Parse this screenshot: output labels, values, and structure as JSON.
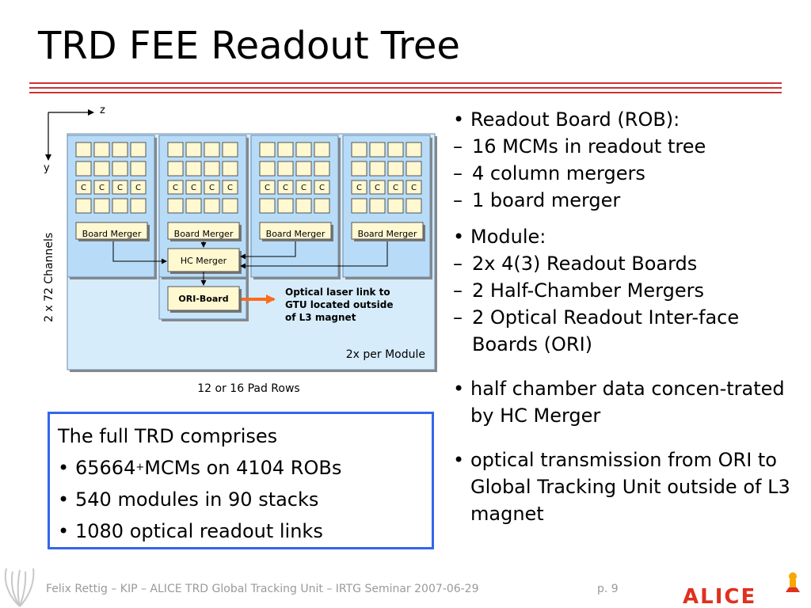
{
  "slide": {
    "title": "TRD FEE Readout Tree"
  },
  "diagram": {
    "axis_z": "z",
    "axis_y": "y",
    "channels_label": "2 x 72 Channels",
    "pad_rows_label": "12 or 16 Pad Rows",
    "mcm_column_label": "C",
    "board_merger_label": "Board Merger",
    "hc_merger_label": "HC Merger",
    "ori_board_label": "ORI-Board",
    "optical_link_lines": [
      "Optical laser link to",
      "GTU located outside",
      "of L3 magnet"
    ],
    "per_module_label": "2x per Module"
  },
  "bullets": [
    {
      "text": "Readout Board (ROB):",
      "sub": [
        "16 MCMs in readout tree",
        "4 column mergers",
        "1 board merger"
      ]
    },
    {
      "text": "Module:",
      "sub": [
        "2x 4(3) Readout Boards",
        "2 Half-Chamber Mergers",
        "2 Optical Readout Inter-face Boards (ORI)"
      ]
    },
    {
      "text": "half chamber data concen-trated by HC Merger",
      "sub": []
    },
    {
      "text": "optical transmission from ORI to Global Tracking Unit outside of L3 magnet",
      "sub": []
    }
  ],
  "bullet_marker": "•",
  "sub_marker": "–",
  "summary": {
    "heading": "The full TRD comprises",
    "item1_value": "65664",
    "item1_sup": "+",
    "item1_rest": " MCMs on 4104 ROBs",
    "item2": "540 modules in 90 stacks",
    "item3": "1080 optical readout links"
  },
  "footer": {
    "text": "Felix Rettig – KIP – ALICE TRD Global Tracking Unit – IRTG Seminar 2007-06-29",
    "page": "p. 9",
    "logo_text": "ALICE"
  },
  "colors": {
    "accent_rule": "#cc3333",
    "module_fill": "#d6ecfb",
    "rob_fill": "#b8dcf8",
    "mcm_fill": "#fff8d0",
    "merger_fill": "#fff8d0",
    "optical_arrow": "#ff6a1a",
    "summary_border": "#3366ee"
  }
}
